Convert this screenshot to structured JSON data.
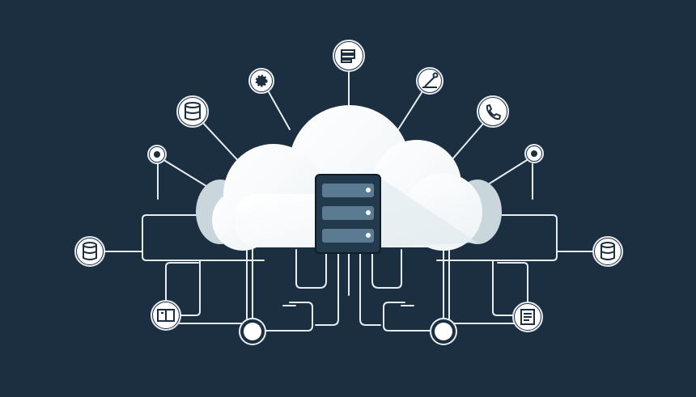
{
  "diagram": {
    "type": "cloud-network",
    "colors": {
      "background": "#1c2f40",
      "lines": "#e6ecef",
      "cloud": "#ffffff",
      "cloud_shadow": "#c9d6dc",
      "server": "#233a4d",
      "server_slot": "#5b7b93",
      "node_fill": "#ffffff"
    },
    "center": {
      "label": "",
      "icon": "server-icon"
    },
    "nodes": [
      {
        "id": "top-settings",
        "icon": "document-stack-icon"
      },
      {
        "id": "top-left-gear",
        "icon": "gear-icon"
      },
      {
        "id": "top-right-tool",
        "icon": "wrench-icon"
      },
      {
        "id": "left-database",
        "icon": "database-icon"
      },
      {
        "id": "right-phone",
        "icon": "phone-icon"
      },
      {
        "id": "left-dot",
        "icon": "dot-icon"
      },
      {
        "id": "right-dot",
        "icon": "dot-icon"
      },
      {
        "id": "far-left-database",
        "icon": "database-icon"
      },
      {
        "id": "far-right-database",
        "icon": "database-icon"
      },
      {
        "id": "bottom-left-book",
        "icon": "book-icon"
      },
      {
        "id": "bottom-right-document",
        "icon": "document-icon"
      },
      {
        "id": "bottom-left-circle",
        "icon": "circle-node-icon"
      },
      {
        "id": "bottom-right-circle",
        "icon": "circle-node-icon"
      }
    ]
  }
}
